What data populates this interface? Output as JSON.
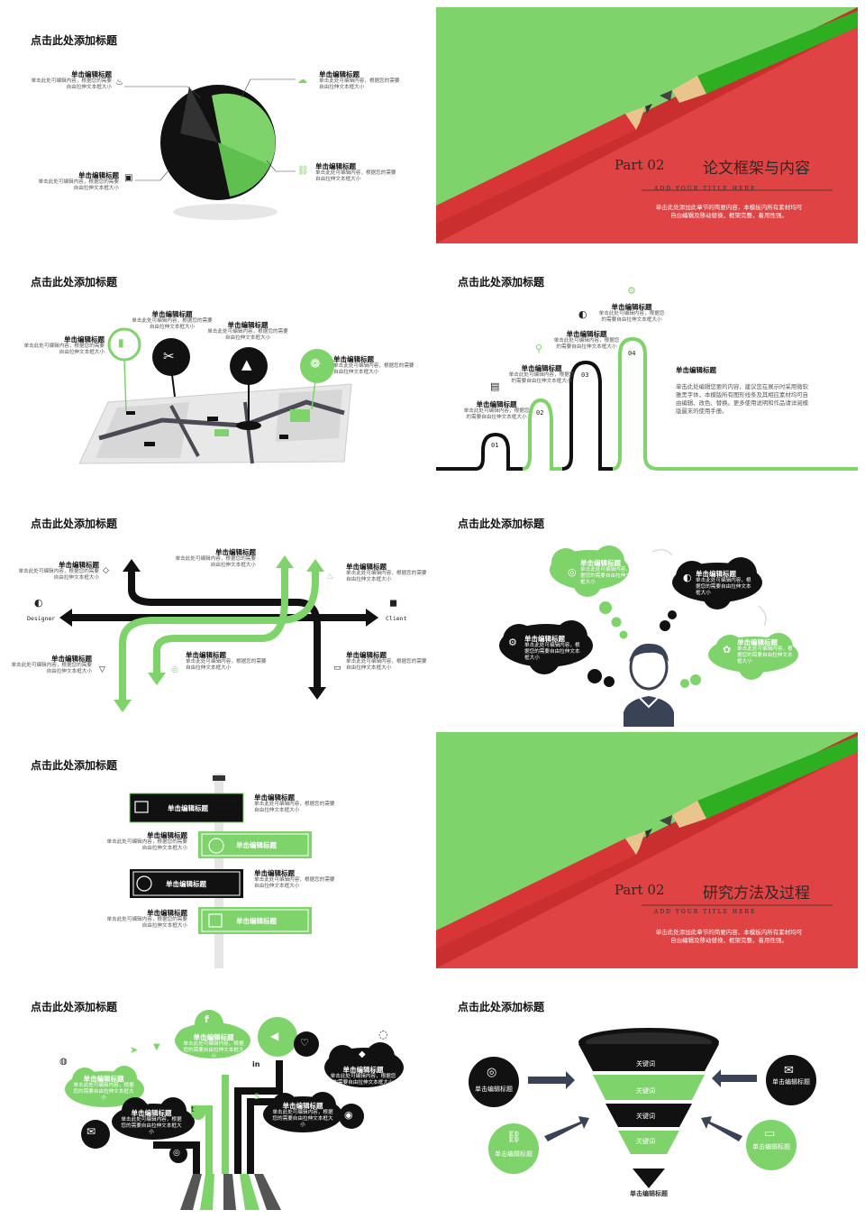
{
  "slide_title": "点击此处添加标题",
  "item_title": "单击编辑标题",
  "item_body_a": "单击此处可编辑内容，根据您的需要自由拉伸文本框大小",
  "item_body_b": "单击此处可编辑内容，根据您的需要自由拉伸文本框大小",
  "part_slides": [
    {
      "part": "Part 02",
      "title": "论文框架与内容",
      "subtitle": "ADD  YOUR  TITLE  HERE",
      "desc1": "单击此处添加此章节的简要内容，本模板内所有素材均可",
      "desc2": "自由编辑及移动替换，框架完整，着用性强。"
    },
    {
      "part": "Part 02",
      "title": "研究方法及过程",
      "subtitle": "ADD  YOUR  TITLE  HERE",
      "desc1": "单击此处添加此章节的简要内容，本模板内所有素材均可",
      "desc2": "自由编辑及移动替换，框架完整，着用性强。"
    }
  ],
  "steps": {
    "numbers": [
      "01",
      "02",
      "03",
      "04"
    ],
    "side_title": "单击编辑标题",
    "side_body": "单击此处编辑您要的内容，建议您在展示时采用微软雅黑字体，本模版所有图形线条及其相应素材均可自由编辑、改色、替换。更多使用说明和作品请详阅模版最末的使用手册。"
  },
  "crossroads": {
    "left_label": "Designer",
    "right_label": "Client"
  },
  "funnel": {
    "keyword": "关键词",
    "bottom_title": "单击编辑标题"
  },
  "colors": {
    "green": "#7ed36b",
    "dark_green": "#3da82e",
    "black": "#111111",
    "red": "#e04343"
  }
}
